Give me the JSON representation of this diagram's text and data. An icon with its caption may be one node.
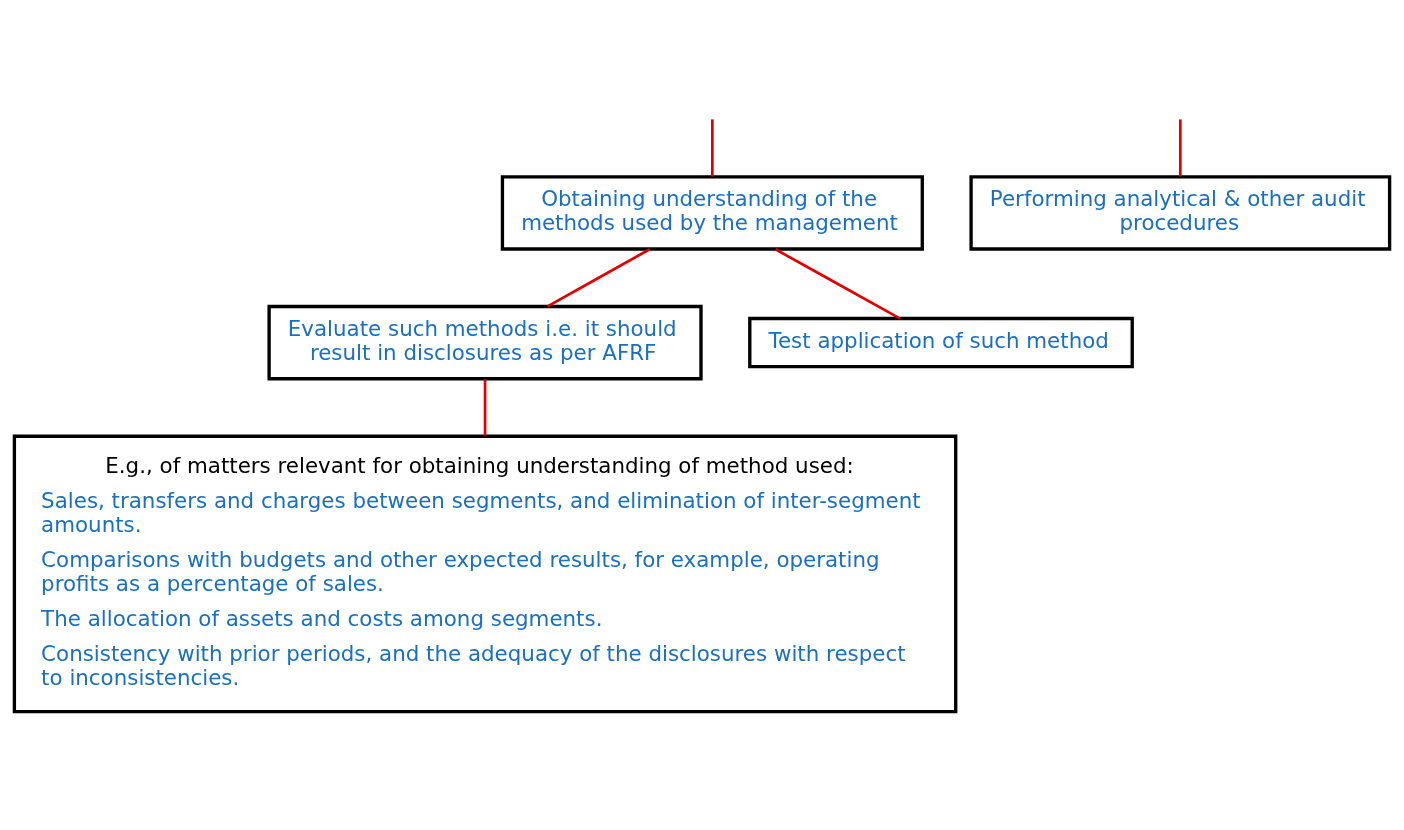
{
  "diagram": {
    "nodes": [
      {
        "text": [
          "Obtaining understanding of the methods used by the management"
        ]
      },
      {
        "text": [
          "Performing analytical & other audit procedures"
        ]
      },
      {
        "text": [
          "Evaluate such methods i.e. it should result in disclosures as per AFRF"
        ]
      },
      {
        "text": [
          "Test application of such method"
        ]
      },
      {
        "text": [
          "E.g., of matters relevant for obtaining understanding of method used:",
          "Sales, transfers and charges between segments, and elimination of inter-segment amounts.",
          "Comparisons with budgets and other expected results, for example, operating profits as a percentage of sales.",
          "The allocation of assets and costs among segments.",
          "Consistency with prior periods, and the adequacy of the disclosures with respect to inconsistencies."
        ]
      }
    ],
    "edges": [
      {
        "from": null,
        "to": 0,
        "arrow": "none"
      },
      {
        "from": null,
        "to": 1,
        "arrow": "none"
      },
      {
        "from": 0,
        "to": 2,
        "arrow": "none"
      },
      {
        "from": 0,
        "to": 3,
        "arrow": "none"
      },
      {
        "from": 2,
        "to": 4,
        "arrow": "none"
      }
    ]
  }
}
